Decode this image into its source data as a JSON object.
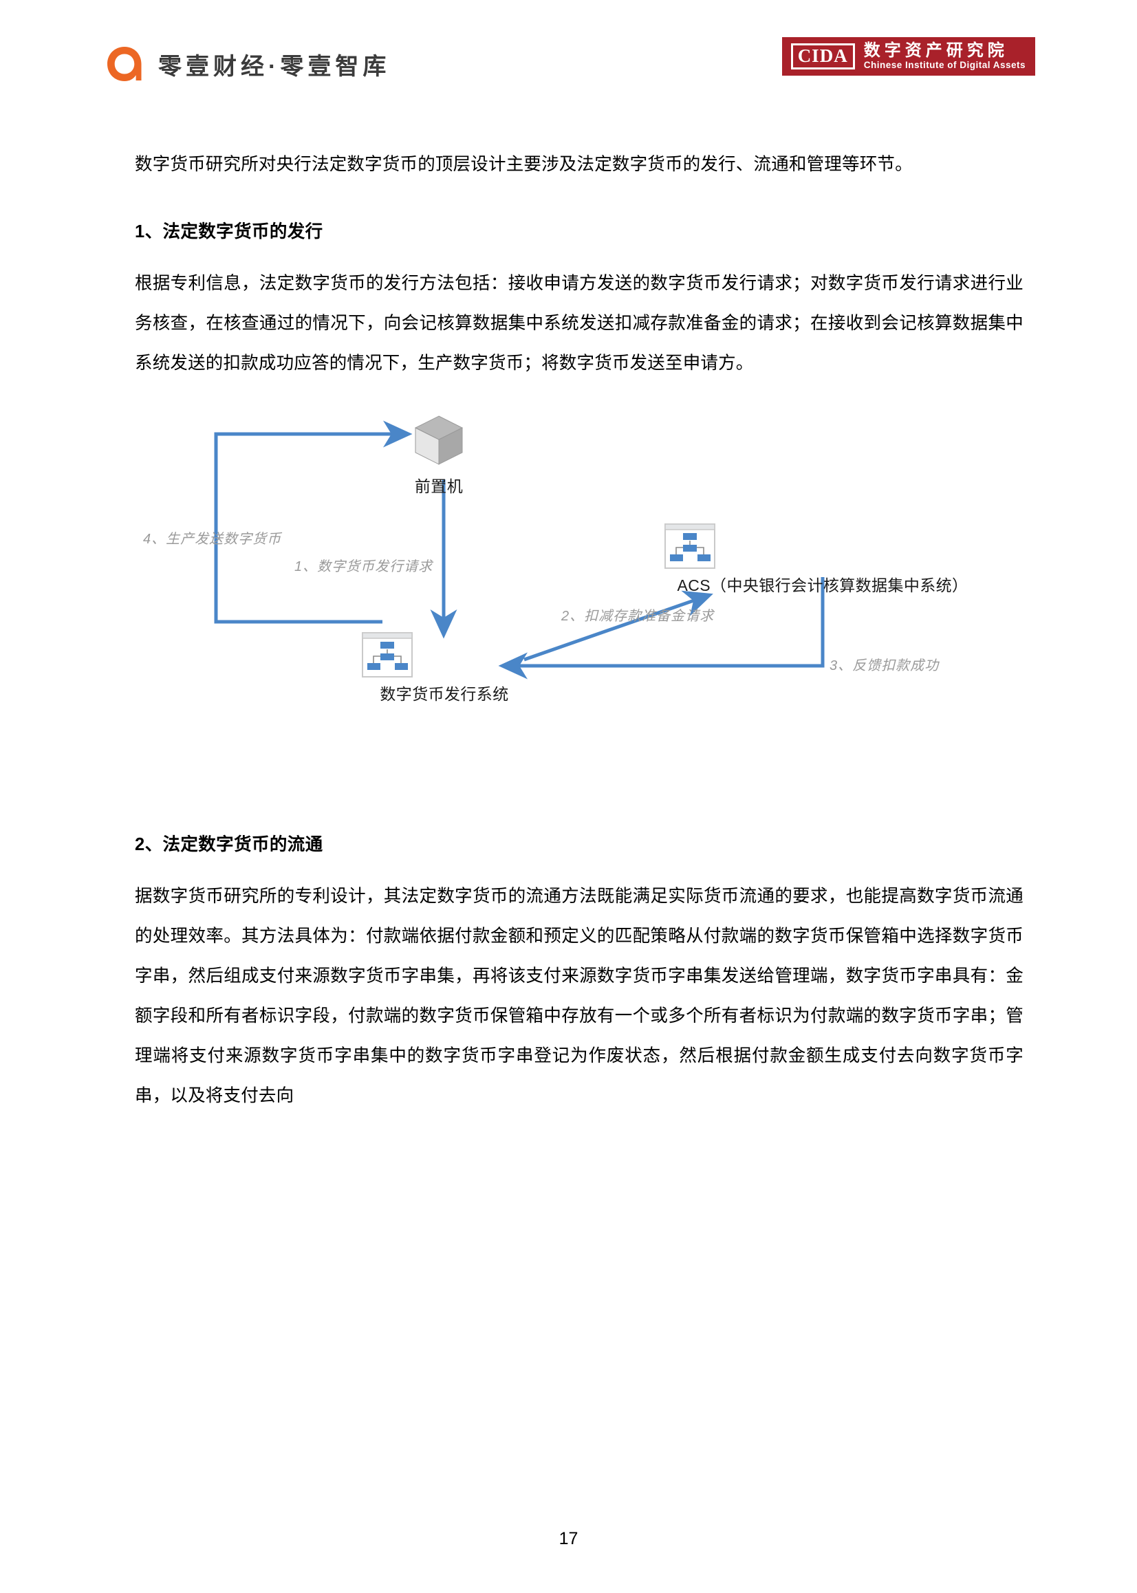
{
  "header": {
    "left_brand": {
      "logo_icon": "alpha-mark-icon",
      "text": "零壹财经·零壹智库",
      "accent_color": "#ec6724"
    },
    "right_brand": {
      "badge_text": "CIDA",
      "name_cn": "数字资产研究院",
      "name_en": "Chinese Institute of Digital Assets",
      "background_color": "#a9212a"
    }
  },
  "body": {
    "intro_paragraph": "数字货币研究所对央行法定数字货币的顶层设计主要涉及法定数字货币的发行、流通和管理等环节。",
    "section_1": {
      "heading": "1、法定数字货币的发行",
      "paragraph": "根据专利信息，法定数字货币的发行方法包括：接收申请方发送的数字货币发行请求；对数字货币发行请求进行业务核查，在核查通过的情况下，向会记核算数据集中系统发送扣减存款准备金的请求；在接收到会记核算数据集中系统发送的扣款成功应答的情况下，生产数字货币；将数字货币发送至申请方。"
    },
    "section_2": {
      "heading": "2、法定数字货币的流通",
      "paragraph": "据数字货币研究所的专利设计，其法定数字货币的流通方法既能满足实际货币流通的要求，也能提高数字货币流通的处理效率。其方法具体为：付款端依据付款金额和预定义的匹配策略从付款端的数字货币保管箱中选择数字货币字串，然后组成支付来源数字货币字串集，再将该支付来源数字货币字串集发送给管理端，数字货币字串具有：金额字段和所有者标识字段，付款端的数字货币保管箱中存放有一个或多个所有者标识为付款端的数字货币字串；管理端将支付来源数字货币字串集中的数字货币字串登记为作废状态，然后根据付款金额生成支付去向数字货币字串，以及将支付去向"
    }
  },
  "diagram": {
    "accent_color": "#4a86c8",
    "nodes": [
      {
        "id": "frontend",
        "label": "前置机",
        "icon": "cube-3d-icon"
      },
      {
        "id": "acs",
        "label": "ACS（中央银行会计核算数据集中系统）",
        "icon": "org-chart-icon"
      },
      {
        "id": "issuance",
        "label": "数字货币发行系统",
        "icon": "org-chart-icon"
      }
    ],
    "edges": [
      {
        "id": "e1",
        "label": "1、数字货币发行请求",
        "from": "frontend",
        "to": "issuance"
      },
      {
        "id": "e2",
        "label": "2、扣减存款准备金请求",
        "from": "issuance",
        "to": "acs"
      },
      {
        "id": "e3",
        "label": "3、反馈扣款成功",
        "from": "acs",
        "to": "issuance"
      },
      {
        "id": "e4",
        "label": "4、生产发送数字货币",
        "from": "issuance",
        "to": "frontend"
      }
    ]
  },
  "footer": {
    "page_number": "17"
  }
}
